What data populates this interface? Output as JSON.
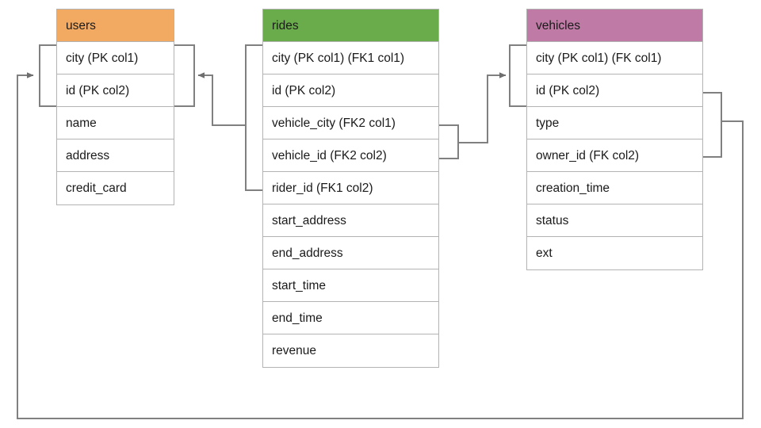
{
  "diagram": {
    "title": "database-schema-er-diagram",
    "background": "#ffffff",
    "line_color": "#808080",
    "border_color": "#b3b3b3",
    "text_color": "#1a1a1a"
  },
  "tables": {
    "users": {
      "name": "users",
      "header_color": "#F2AA63",
      "columns": [
        "city (PK col1)",
        "id (PK col2)",
        "name",
        "address",
        "credit_card"
      ]
    },
    "rides": {
      "name": "rides",
      "header_color": "#6AAB4B",
      "columns": [
        "city (PK col1) (FK1 col1)",
        "id (PK col2)",
        "vehicle_city (FK2 col1)",
        "vehicle_id (FK2 col2)",
        "rider_id (FK1 col2)",
        "start_address",
        "end_address",
        "start_time",
        "end_time",
        "revenue"
      ]
    },
    "vehicles": {
      "name": "vehicles",
      "header_color": "#C07AA6",
      "columns": [
        "city (PK col1) (FK col1)",
        "id (PK col2)",
        "type",
        "owner_id (FK col2)",
        "creation_time",
        "status",
        "ext"
      ]
    }
  },
  "relationships": [
    {
      "name": "rides-fk1-to-users",
      "from_table": "rides",
      "from_columns": [
        "city (PK col1) (FK1 col1)",
        "rider_id (FK1 col2)"
      ],
      "to_table": "users",
      "to_columns": [
        "city (PK col1)",
        "id (PK col2)"
      ],
      "arrow": "to-users"
    },
    {
      "name": "rides-fk2-to-vehicles",
      "from_table": "rides",
      "from_columns": [
        "vehicle_city (FK2 col1)",
        "vehicle_id (FK2 col2)"
      ],
      "to_table": "vehicles",
      "to_columns": [
        "city (PK col1) (FK col1)",
        "id (PK col2)"
      ],
      "arrow": "to-vehicles"
    },
    {
      "name": "vehicles-fk-to-users",
      "from_table": "vehicles",
      "from_columns": [
        "id (PK col2)",
        "owner_id (FK col2)"
      ],
      "to_table": "users",
      "to_columns": [
        "city (PK col1)",
        "id (PK col2)"
      ],
      "arrow": "to-users"
    }
  ]
}
